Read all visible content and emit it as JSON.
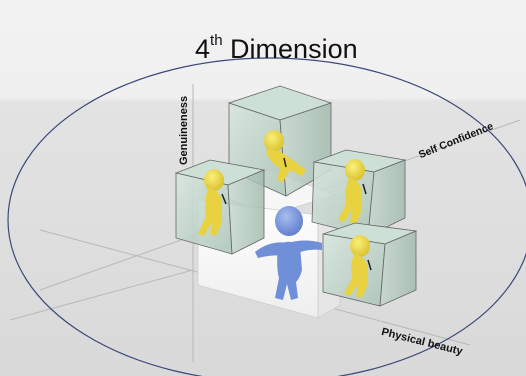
{
  "title": {
    "prefix": "4",
    "superscript": "th",
    "suffix": " Dimension"
  },
  "axes": {
    "vertical": "Genuineness",
    "diagonal": "Self Confidence",
    "horizontal": "Physical beauty"
  },
  "colors": {
    "ellipse": "#3d4a7a",
    "cube_fill": "#b9d0c4",
    "figure_yellow": "#e8d240",
    "figure_blue": "#6f8fd8",
    "center_box": "#ffffff"
  }
}
